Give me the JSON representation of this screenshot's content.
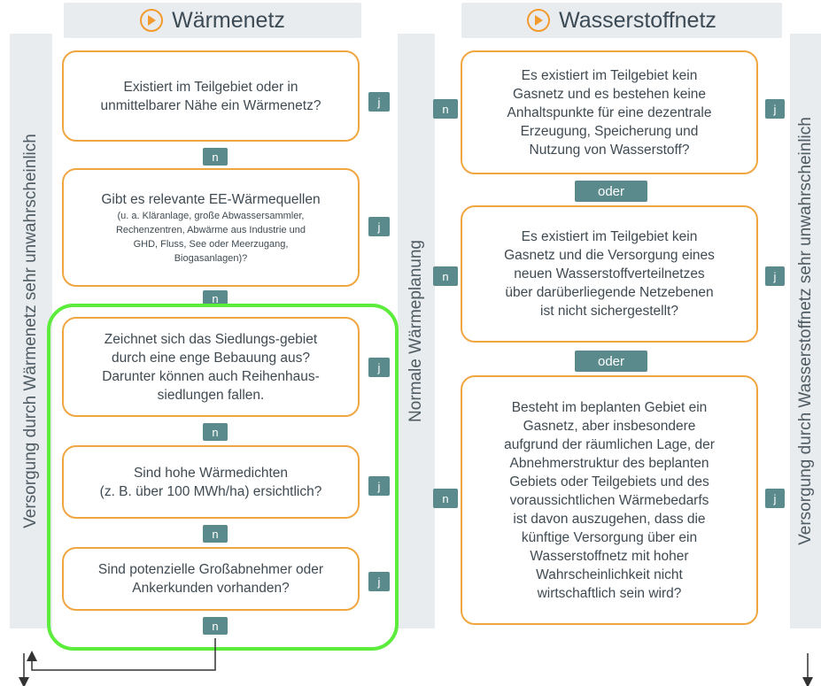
{
  "left_column": {
    "title": "Wärmenetz",
    "side_label": "Versorgung durch Wärmenetz sehr unwahrscheinlich",
    "questions": [
      {
        "text": "Existiert im Teilgebiet oder in\nunmittelbarer Nähe ein Wärmenetz?"
      },
      {
        "text": "Gibt es relevante EE-Wärmequellen",
        "detail": "(u. a. Kläranlage, große Abwassersammler,\nRechenzentren, Abwärme aus Industrie und\nGHD, Fluss, See oder Meerzugang,\nBiogasanlagen)?"
      },
      {
        "text": "Zeichnet sich das Siedlungs-gebiet\ndurch eine enge Bebauung aus?\nDarunter können auch Reihenhaus-\nsiedlungen fallen."
      },
      {
        "text": "Sind hohe Wärmedichten\n(z. B. über 100 MWh/ha) ersichtlich?"
      },
      {
        "text": "Sind potenzielle Großabnehmer oder\nAnkerkunden vorhanden?"
      }
    ]
  },
  "middle_label": "Normale Wärmeplanung",
  "right_column": {
    "title": "Wasserstoffnetz",
    "side_label": "Versorgung durch Wasserstoffnetz sehr unwahrscheinlich",
    "questions": [
      {
        "text": "Es existiert im Teilgebiet kein\nGasnetz und es bestehen keine\nAnhaltspunkte für eine dezentrale\nErzeugung, Speicherung und\nNutzung von Wasserstoff?"
      },
      {
        "text": "Es existiert im Teilgebiet kein\nGasnetz und die Versorgung eines\nneuen Wasserstoffverteilnetzes\nüber darüberliegende Netzebenen\nist nicht sichergestellt?"
      },
      {
        "text": "Besteht im beplanten Gebiet ein\nGasnetz, aber insbesondere\naufgrund der räumlichen Lage, der\nAbnehmerstruktur des beplanten\nGebiets oder Teilgebiets und des\nvoraussichtlichen Wärmebedarfs\nist davon auszugehen, dass die\nkünftige Versorgung über ein\nWasserstoffnetz mit hoher\nWahrscheinlichkeit nicht\nwirtschaftlich sein wird?"
      }
    ],
    "connector": "oder"
  },
  "tags": {
    "yes": "j",
    "no": "n"
  },
  "colors": {
    "box_border": "#f0a640",
    "tag": "#5b8a8c",
    "highlight": "#5cec3c",
    "header_bg": "#e8ecee"
  }
}
